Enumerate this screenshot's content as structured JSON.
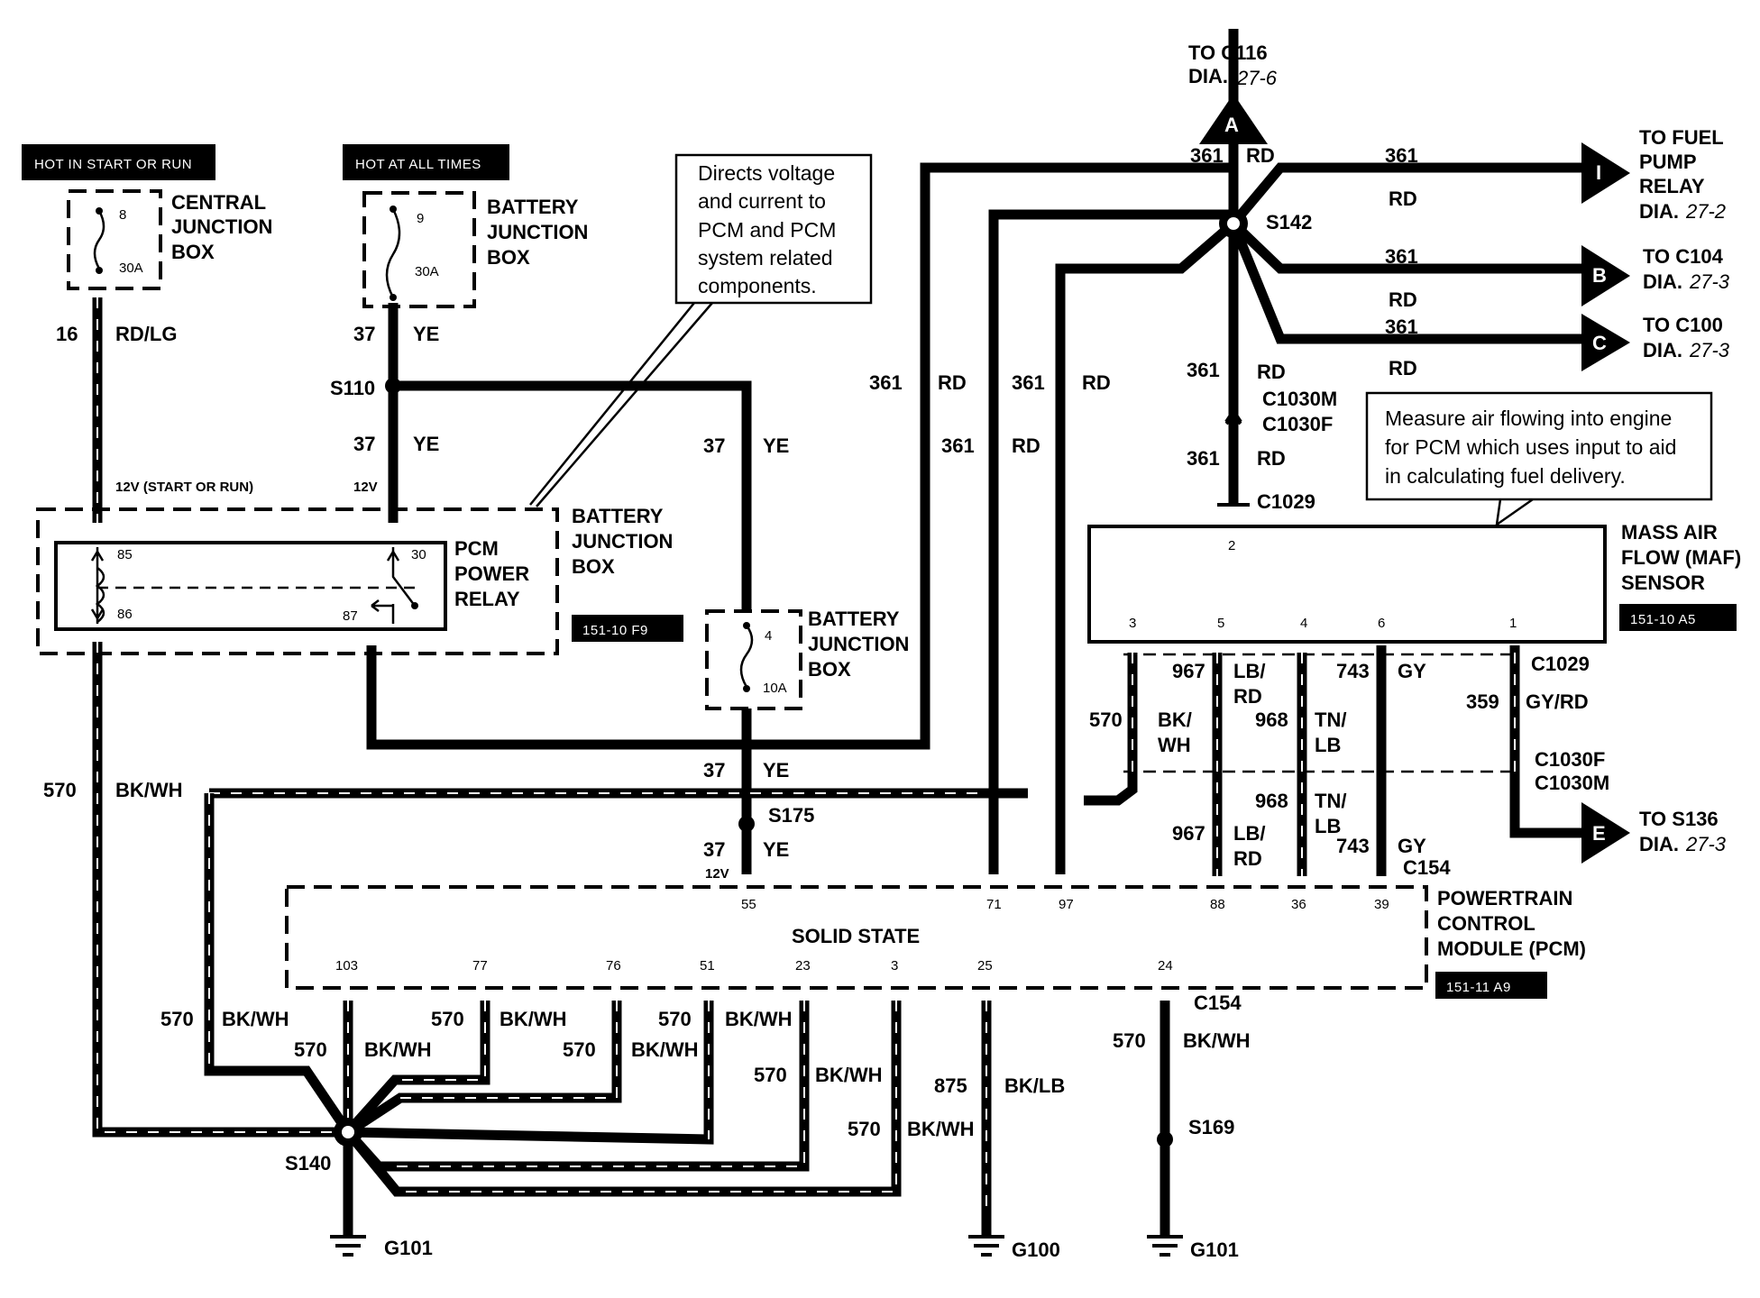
{
  "headers": {
    "hot_start_run": "HOT IN START OR RUN",
    "hot_all_times": "HOT AT ALL TIMES"
  },
  "central_jb": {
    "title": [
      "CENTRAL",
      "JUNCTION",
      "BOX"
    ],
    "fuse_no": "8",
    "rating": "30A"
  },
  "battery_jb_top": {
    "title": [
      "BATTERY",
      "JUNCTION",
      "BOX"
    ],
    "fuse_no": "9",
    "rating": "30A"
  },
  "battery_jb_mid": {
    "title": [
      "BATTERY",
      "JUNCTION",
      "BOX"
    ],
    "ref": "151-10 F9"
  },
  "battery_jb_fuse4": {
    "title": [
      "BATTERY",
      "JUNCTION",
      "BOX"
    ],
    "fuse_no": "4",
    "rating": "10A"
  },
  "relay": {
    "title": [
      "PCM",
      "POWER",
      "RELAY"
    ],
    "pins": [
      "85",
      "86",
      "30",
      "87"
    ],
    "v_left": "12V  (START OR RUN)",
    "v_right": "12V"
  },
  "note_pcm": [
    "Directs voltage",
    "and current to",
    "PCM and PCM",
    "system related",
    "components."
  ],
  "note_maf": [
    "Measure air flowing into engine",
    "for PCM which uses input to aid",
    "in calculating fuel delivery."
  ],
  "maf": {
    "title": [
      "MASS AIR",
      "FLOW (MAF)",
      "SENSOR"
    ],
    "ref": "151-10 A5",
    "pins": [
      "2",
      "3",
      "5",
      "4",
      "6",
      "1"
    ]
  },
  "pcm": {
    "title": [
      "POWERTRAIN",
      "CONTROL",
      "MODULE (PCM)"
    ],
    "ref": "151-11 A9",
    "state": "SOLID STATE",
    "v": "12V",
    "top_pins": [
      "55",
      "71",
      "97",
      "88",
      "36",
      "39"
    ],
    "bottom_pins": [
      "103",
      "77",
      "76",
      "51",
      "23",
      "3",
      "25",
      "24"
    ]
  },
  "splices": [
    "S110",
    "S175",
    "S142",
    "S140",
    "S169"
  ],
  "connectors": [
    "C1030M",
    "C1030F",
    "C1029",
    "C1029",
    "C1030F",
    "C1030M",
    "C154",
    "C154"
  ],
  "grounds": [
    "G101",
    "G100",
    "G101"
  ],
  "arrows": {
    "a": {
      "letter": "A",
      "to": "TO C116",
      "dia": "DIA.",
      "page": "27-6"
    },
    "fuel": {
      "letter": "I",
      "to": [
        "TO FUEL",
        "PUMP",
        "RELAY"
      ],
      "dia": "DIA.",
      "page": "27-2"
    },
    "b": {
      "letter": "B",
      "to": "TO C104",
      "dia": "DIA.",
      "page": "27-3"
    },
    "c": {
      "letter": "C",
      "to": "TO C100",
      "dia": "DIA.",
      "page": "27-3"
    },
    "e": {
      "letter": "E",
      "to": "TO S136",
      "dia": "DIA.",
      "page": "27-3"
    }
  },
  "wires": {
    "c16": "16",
    "rdlg": "RD/LG",
    "c37": "37",
    "ye": "YE",
    "c361": "361",
    "rd": "RD",
    "c570": "570",
    "bkwh": "BK/WH",
    "c875": "875",
    "bklb": "BK/LB",
    "c967": "967",
    "lbrd": [
      "LB/",
      "RD"
    ],
    "c968": "968",
    "tnlb": [
      "TN/",
      "LB"
    ],
    "c743": "743",
    "gy": "GY",
    "c359": "359",
    "gyrd": "GY/RD",
    "bkwh2": [
      "BK/",
      "WH"
    ]
  }
}
